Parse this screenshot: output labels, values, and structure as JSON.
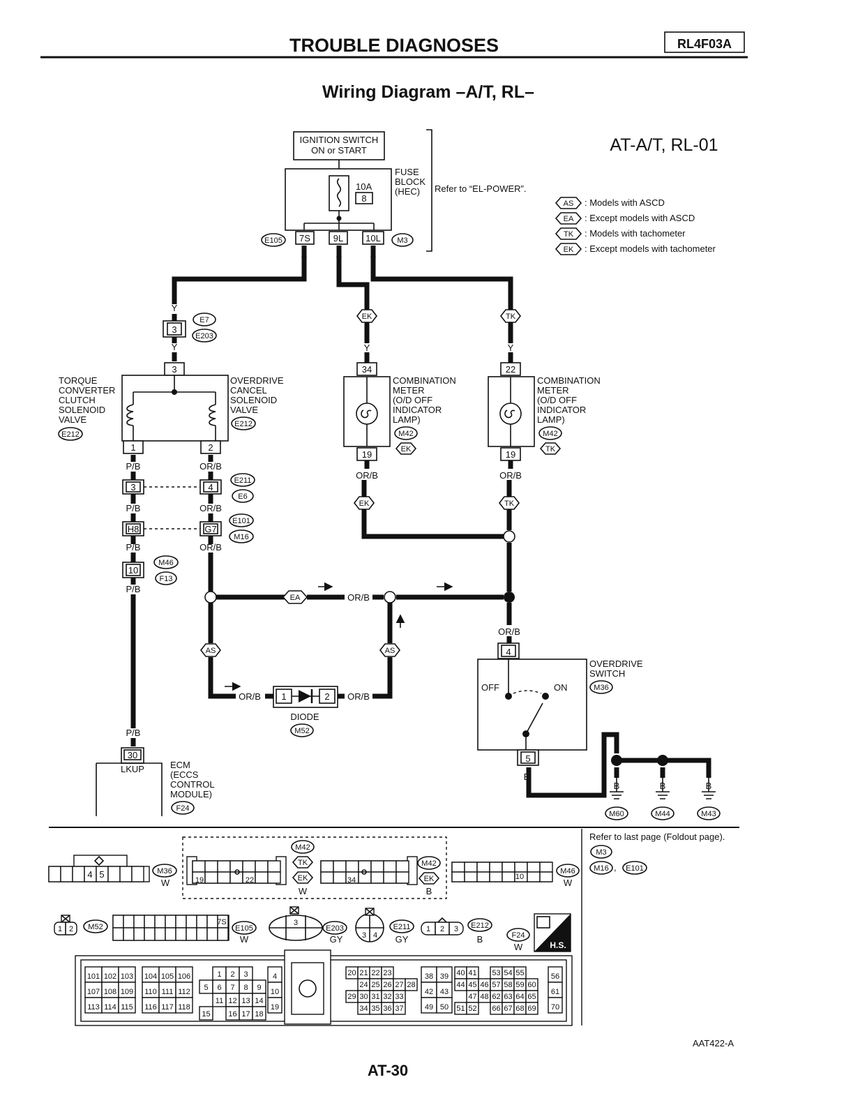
{
  "header": {
    "title": "TROUBLE DIAGNOSES",
    "code": "RL4F03A"
  },
  "subtitle": "Wiring Diagram –A/T, RL–",
  "diagram_id": "AT-A/T, RL-01",
  "legend": [
    {
      "tag": "AS",
      "text": ": Models with ASCD"
    },
    {
      "tag": "EA",
      "text": ": Except models with ASCD"
    },
    {
      "tag": "TK",
      "text": ": Models with tachometer"
    },
    {
      "tag": "EK",
      "text": ": Except models with tachometer"
    }
  ],
  "ignition": {
    "line1": "IGNITION SWITCH",
    "line2": "ON or START"
  },
  "fuse": {
    "amp": "10A",
    "num": "8",
    "block1": "FUSE",
    "block2": "BLOCK",
    "block3": "(HEC)",
    "refer": "Refer to “EL-POWER”."
  },
  "fuse_pins": {
    "left": "7S",
    "mid": "9L",
    "right": "10L",
    "conn_left": "E105",
    "conn_right": "M3"
  },
  "wire_colors": {
    "y": "Y",
    "pb": "P/B",
    "orb": "OR/B",
    "b": "B"
  },
  "joint1": {
    "pin": "3",
    "c1": "E7",
    "c2": "E203"
  },
  "solenoid_pin_top": "3",
  "tcc": {
    "l1": "TORQUE",
    "l2": "CONVERTER",
    "l3": "CLUTCH",
    "l4": "SOLENOID",
    "l5": "VALVE",
    "conn": "E212",
    "pin": "1"
  },
  "odc": {
    "l1": "OVERDRIVE",
    "l2": "CANCEL",
    "l3": "SOLENOID",
    "l4": "VALVE",
    "conn": "E212",
    "pin": "2"
  },
  "meter": {
    "l1": "COMBINATION",
    "l2": "METER",
    "l3": "(O/D OFF",
    "l4": "INDICATOR",
    "l5": "LAMP)",
    "conn": "M42",
    "pin_ek": "34",
    "pin_tk": "22",
    "pin_out": "19"
  },
  "tags": {
    "as": "AS",
    "ea": "EA",
    "tk": "TK",
    "ek": "EK"
  },
  "joints": {
    "j3": "3",
    "j4": "4",
    "c211": "E211",
    "c6": "E6",
    "h8": "H8",
    "g7": "G7",
    "c101": "E101",
    "m16": "M16",
    "j10": "10",
    "m46": "M46",
    "f13": "F13"
  },
  "diode": {
    "label": "DIODE",
    "conn": "M52",
    "p1": "1",
    "p2": "2"
  },
  "ecm": {
    "pin": "30",
    "pinname": "LKUP",
    "l1": "ECM",
    "l2": "(ECCS",
    "l3": "CONTROL",
    "l4": "MODULE)",
    "conn": "F24"
  },
  "odsw": {
    "l1": "OVERDRIVE",
    "l2": "SWITCH",
    "conn": "M36",
    "off": "OFF",
    "on": "ON",
    "pin_in": "4",
    "pin_out": "5"
  },
  "grounds": [
    "M60",
    "M44",
    "M43"
  ],
  "connectors": {
    "m36": {
      "name": "M36",
      "color": "W",
      "pins": [
        "4",
        "5"
      ]
    },
    "m42a": {
      "pins": [
        "19",
        "22"
      ]
    },
    "m42b": {
      "pins": [
        "34"
      ]
    },
    "m42_tags": {
      "c": "M42",
      "tk": "TK",
      "ek": "EK",
      "cb": "M42",
      "ekb": "EK",
      "w": "W",
      "b": "B"
    },
    "m46": {
      "name": "M46",
      "color": "W",
      "pin": "10"
    },
    "refer": "Refer to last page (Foldout page).",
    "refer_list": {
      "a": "M3",
      "b": "M16",
      "c": "E101"
    },
    "m52": {
      "name": "M52",
      "pins": [
        "1",
        "2"
      ]
    },
    "e105": {
      "name": "E105",
      "color": "W",
      "pin": "7S"
    },
    "e203": {
      "name": "E203",
      "color": "GY",
      "pin": "3"
    },
    "e211": {
      "name": "E211",
      "color": "GY",
      "pins": [
        "3",
        "4"
      ]
    },
    "e212": {
      "name": "E212",
      "color": "B",
      "pins": [
        "1",
        "2",
        "3"
      ]
    },
    "f24": {
      "name": "F24",
      "color": "W"
    },
    "hs": "H.S."
  },
  "ecm_pins": {
    "g1": [
      [
        "101",
        "102",
        "103"
      ],
      [
        "107",
        "108",
        "109"
      ],
      [
        "113",
        "114",
        "115"
      ]
    ],
    "g2": [
      [
        "104",
        "105",
        "106"
      ],
      [
        "110",
        "111",
        "112"
      ],
      [
        "116",
        "117",
        "118"
      ]
    ],
    "g3": [
      [
        "",
        "1",
        "2",
        "3"
      ],
      [
        "5",
        "6",
        "7",
        "8",
        "9"
      ],
      [
        "",
        "11",
        "12",
        "13",
        "14"
      ],
      [
        "15",
        "",
        "16",
        "17",
        "18"
      ]
    ],
    "g4": [
      "4",
      "10",
      "19"
    ],
    "g5": [
      [
        "20",
        "21",
        "22",
        "23"
      ],
      [
        "",
        "24",
        "25",
        "26",
        "27",
        "28"
      ],
      [
        "29",
        "30",
        "31",
        "32",
        "33"
      ],
      [
        "",
        "34",
        "35",
        "36",
        "37"
      ]
    ],
    "g6": [
      [
        "38",
        "39"
      ],
      [
        "42",
        "43"
      ],
      [
        "49",
        "50"
      ]
    ],
    "g7": [
      [
        "40",
        "41",
        "",
        "53",
        "54",
        "55"
      ],
      [
        "44",
        "45",
        "46",
        "57",
        "58",
        "59",
        "60"
      ],
      [
        "",
        "47",
        "48",
        "62",
        "63",
        "64",
        "65"
      ],
      [
        "51",
        "52",
        "",
        "66",
        "67",
        "68",
        "69"
      ]
    ],
    "g8": [
      "56",
      "61",
      "70"
    ]
  },
  "figure_id": "AAT422-A",
  "page": "AT-30"
}
